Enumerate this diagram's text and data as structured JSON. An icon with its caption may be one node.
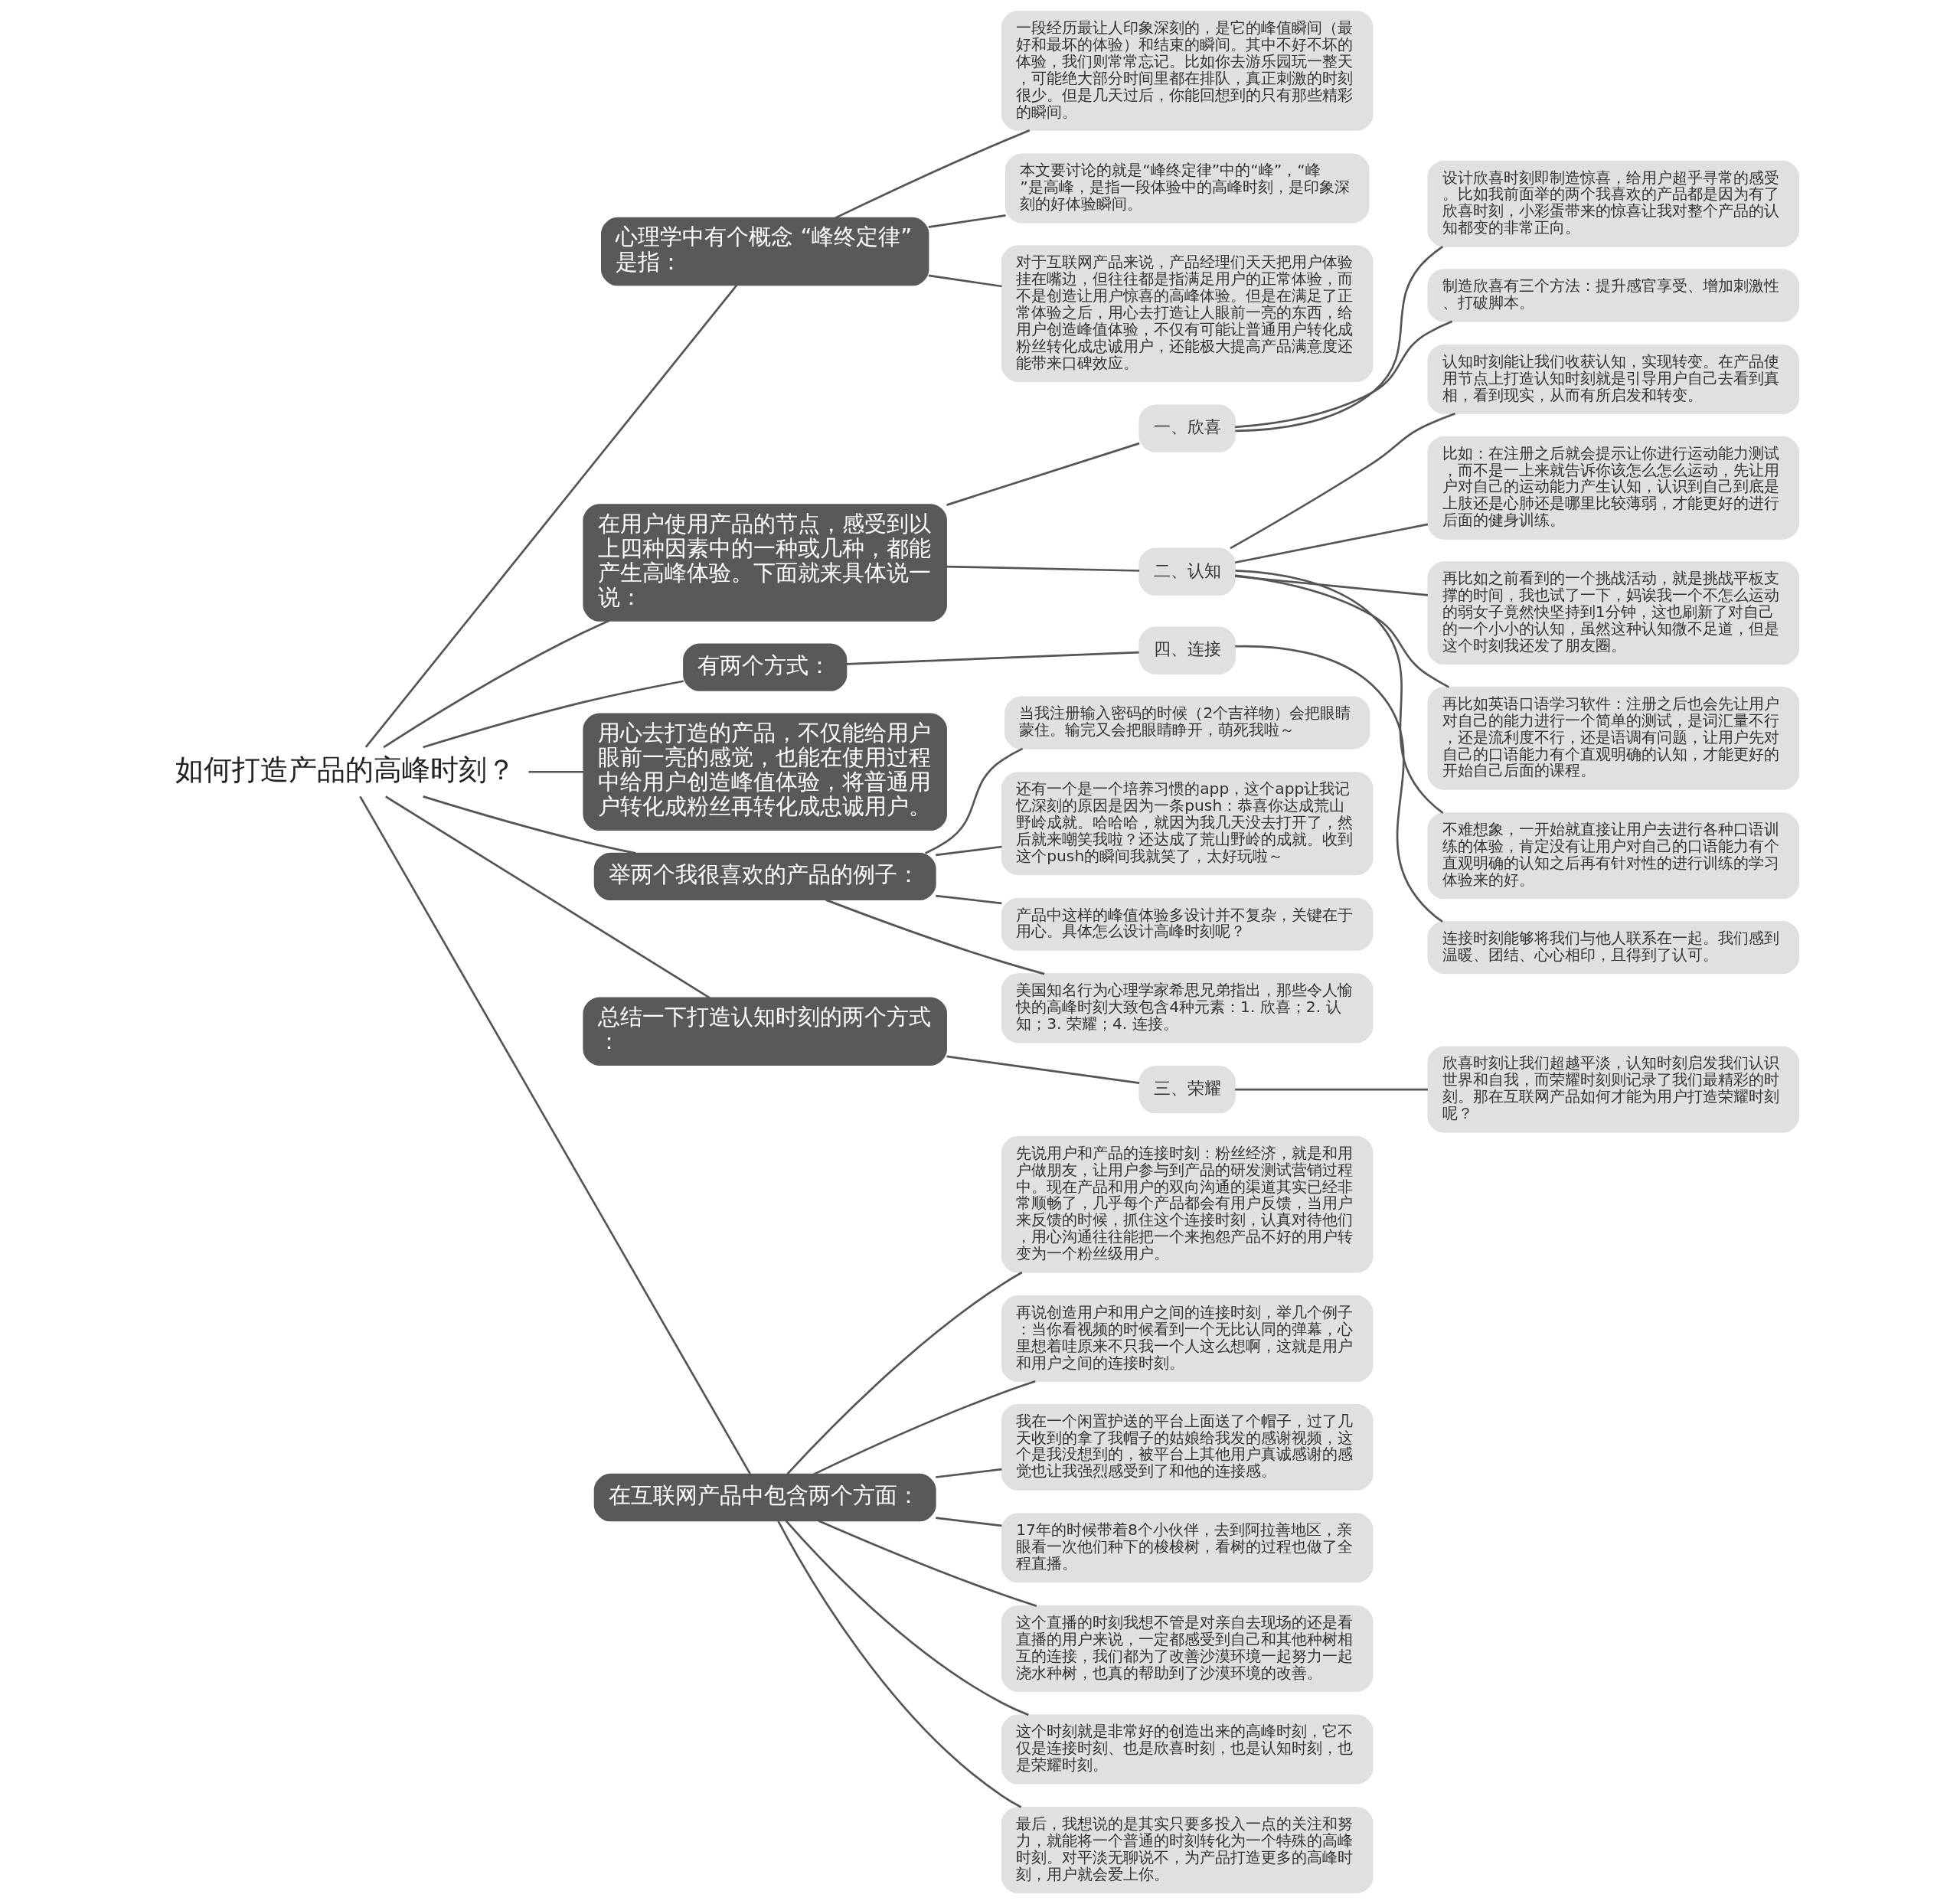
{
  "diagram": {
    "nodes": [
      {
        "text": [
          "如何打造产品的高峰时刻？"
        ]
      },
      {
        "text": [
          "心理学中有个概念 “峰终定律”是指："
        ]
      },
      {
        "text": [
          "一段经历最让人印象深刻的，是它的峰值瞬间（最好和最坏的体验）和结束的瞬间。其中不好不坏的体验，我们则常常忘记。比如你去游乐园玩一整天，可能绝大部分时间里都在排队，真正刺激的时刻很少。但是几天过后，你能回想到的只有那些精彩的瞬间。"
        ]
      },
      {
        "text": [
          "本文要讨论的就是“峰终定律”中的“峰”，“峰”是高峰，是指一段体验中的高峰时刻，是印象深刻的好体验瞬间。"
        ]
      },
      {
        "text": [
          "对于互联网产品来说，产品经理们天天把用户体验挂在嘴边，但往往都是指满足用户的正常体验，而不是创造让用户惊喜的高峰体验。但是在满足了正常体验之后，用心去打造让人眼前一亮的东西，给用户创造峰值体验，不仅有可能让普通用户转化成粉丝转化成忠诚用户，还能极大提高产品满意度还能带来口碑效应。"
        ]
      },
      {
        "text": [
          "在用户使用产品的节点，感受到以上四种因素中的一种或几种，都能产生高峰体验。下面就来具体说一说："
        ]
      },
      {
        "text": [
          "一、欣喜"
        ]
      },
      {
        "text": [
          "设计欣喜时刻即制造惊喜，给用户超乎寻常的感受。比如我前面举的两个我喜欢的产品都是因为有了欣喜时刻，小彩蛋带来的惊喜让我对整个产品的认知都变的非常正向。"
        ]
      },
      {
        "text": [
          "制造欣喜有三个方法：提升感官享受、增加刺激性、打破脚本。"
        ]
      },
      {
        "text": [
          "二、认知"
        ]
      },
      {
        "text": [
          "认知时刻能让我们收获认知，实现转变。在产品使用节点上打造认知时刻就是引导用户自己去看到真相，看到现实，从而有所启发和转变。"
        ]
      },
      {
        "text": [
          "比如：在注册之后就会提示让你进行运动能力测试，而不是一上来就告诉你该怎么怎么运动，先让用户对自己的运动能力产生认知，认识到自己到底是上肢还是心肺还是哪里比较薄弱，才能更好的进行后面的健身训练。"
        ]
      },
      {
        "text": [
          "再比如之前看到的一个挑战活动，就是挑战平板支撑的时间，我也试了一下，妈诶我一个不怎么运动的弱女子竟然快坚持到1分钟，这也刷新了对自己的一个小小的认知，虽然这种认知微不足道，但是这个时刻我还发了朋友圈。"
        ]
      },
      {
        "text": [
          "再比如英语口语学习软件：注册之后也会先让用户对自己的能力进行一个简单的测试，是词汇量不行，还是流利度不行，还是语调有问题，让用户先对自己的口语能力有个直观明确的认知，才能更好的开始自己后面的课程。"
        ]
      },
      {
        "text": [
          "不难想象，一开始就直接让用户去进行各种口语训练的体验，肯定没有让用户对自己的口语能力有个直观明确的认知之后再有针对性的进行训练的学习体验来的好。"
        ]
      },
      {
        "text": [
          "有两个方式："
        ]
      },
      {
        "text": [
          "四、连接"
        ]
      },
      {
        "text": [
          "连接时刻能够将我们与他人联系在一起。我们感到温暖、团结、心心相印，且得到了认可。"
        ]
      },
      {
        "text": [
          "用心去打造的产品，不仅能给用户眼前一亮的感觉，也能在使用过程中给用户创造峰值体验，将普通用户转化成粉丝再转化成忠诚用户。"
        ]
      },
      {
        "text": [
          "举两个我很喜欢的产品的例子："
        ]
      },
      {
        "text": [
          "当我注册输入密码的时候（2个吉祥物）会把眼睛蒙住。输完又会把眼睛睁开，萌死我啦～"
        ]
      },
      {
        "text": [
          "还有一个是一个培养习惯的app，这个app让我记忆深刻的原因是因为一条push：恭喜你达成荒山野岭成就。哈哈哈，就因为我几天没去打开了，然后就来嘲笑我啦？还达成了荒山野岭的成就。收到这个push的瞬间我就笑了，太好玩啦～"
        ]
      },
      {
        "text": [
          "产品中这样的峰值体验多设计并不复杂，关键在于用心。具体怎么设计高峰时刻呢？"
        ]
      },
      {
        "text": [
          "美国知名行为心理学家希思兄弟指出，那些令人愉快的高峰时刻大致包含4种元素：1. 欣喜；2. 认知；3. 荣耀；4. 连接。"
        ]
      },
      {
        "text": [
          "总结一下打造认知时刻的两个方式："
        ]
      },
      {
        "text": [
          "三、荣耀"
        ]
      },
      {
        "text": [
          "欣喜时刻让我们超越平淡，认知时刻启发我们认识世界和自我，而荣耀时刻则记录了我们最精彩的时刻。那在互联网产品如何才能为用户打造荣耀时刻呢？"
        ]
      },
      {
        "text": [
          "在互联网产品中包含两个方面："
        ]
      },
      {
        "text": [
          "先说用户和产品的连接时刻：粉丝经济，就是和用户做朋友，让用户参与到产品的研发测试营销过程中。现在产品和用户的双向沟通的渠道其实已经非常顺畅了，几乎每个产品都会有用户反馈，当用户来反馈的时候，抓住这个连接时刻，认真对待他们，用心沟通往往能把一个来抱怨产品不好的用户转变为一个粉丝级用户。"
        ]
      },
      {
        "text": [
          "再说创造用户和用户之间的连接时刻，举几个例子：当你看视频的时候看到一个无比认同的弹幕，心里想着哇原来不只我一个人这么想啊，这就是用户和用户之间的连接时刻。"
        ]
      },
      {
        "text": [
          "我在一个闲置护送的平台上面送了个帽子，过了几天收到的拿了我帽子的姑娘给我发的感谢视频，这个是我没想到的，被平台上其他用户真诚感谢的感觉也让我强烈感受到了和他的连接感。"
        ]
      },
      {
        "text": [
          "17年的时候带着8个小伙伴，去到阿拉善地区，亲眼看一次他们种下的梭梭树，看树的过程也做了全程直播。"
        ]
      },
      {
        "text": [
          "这个直播的时刻我想不管是对亲自去现场的还是看直播的用户来说，一定都感受到自己和其他种树相互的连接，我们都为了改善沙漠环境一起努力一起浇水种树，也真的帮助到了沙漠环境的改善。"
        ]
      },
      {
        "text": [
          "这个时刻就是非常好的创造出来的高峰时刻，它不仅是连接时刻、也是欣喜时刻，也是认知时刻，也是荣耀时刻。"
        ]
      },
      {
        "text": [
          "最后，我想说的是其实只要多投入一点的关注和努力，就能将一个普通的时刻转化为一个特殊的高峰时刻。对平淡无聊说不，为产品打造更多的高峰时刻，用户就会爱上你。"
        ]
      }
    ],
    "edges": [
      {
        "from": 0,
        "to": 1,
        "arrow": "none"
      },
      {
        "from": 1,
        "to": 2,
        "arrow": "none"
      },
      {
        "from": 1,
        "to": 3,
        "arrow": "none"
      },
      {
        "from": 1,
        "to": 4,
        "arrow": "none"
      },
      {
        "from": 0,
        "to": 5,
        "arrow": "none"
      },
      {
        "from": 5,
        "to": 6,
        "arrow": "none"
      },
      {
        "from": 6,
        "to": 7,
        "arrow": "none"
      },
      {
        "from": 6,
        "to": 8,
        "arrow": "none"
      },
      {
        "from": 5,
        "to": 9,
        "arrow": "none"
      },
      {
        "from": 9,
        "to": 10,
        "arrow": "none"
      },
      {
        "from": 9,
        "to": 11,
        "arrow": "none"
      },
      {
        "from": 9,
        "to": 12,
        "arrow": "none"
      },
      {
        "from": 9,
        "to": 13,
        "arrow": "none"
      },
      {
        "from": 9,
        "to": 14,
        "arrow": "none"
      },
      {
        "from": 0,
        "to": 15,
        "arrow": "none"
      },
      {
        "from": 15,
        "to": 16,
        "arrow": "none"
      },
      {
        "from": 16,
        "to": 17,
        "arrow": "none"
      },
      {
        "from": 0,
        "to": 18,
        "arrow": "none"
      },
      {
        "from": 0,
        "to": 19,
        "arrow": "none"
      },
      {
        "from": 19,
        "to": 20,
        "arrow": "none"
      },
      {
        "from": 19,
        "to": 21,
        "arrow": "none"
      },
      {
        "from": 19,
        "to": 22,
        "arrow": "none"
      },
      {
        "from": 19,
        "to": 23,
        "arrow": "none"
      },
      {
        "from": 0,
        "to": 24,
        "arrow": "none"
      },
      {
        "from": 24,
        "to": 25,
        "arrow": "none"
      },
      {
        "from": 25,
        "to": 26,
        "arrow": "none"
      },
      {
        "from": 0,
        "to": 27,
        "arrow": "none"
      },
      {
        "from": 27,
        "to": 28,
        "arrow": "none"
      },
      {
        "from": 27,
        "to": 29,
        "arrow": "none"
      },
      {
        "from": 27,
        "to": 30,
        "arrow": "none"
      },
      {
        "from": 27,
        "to": 31,
        "arrow": "none"
      },
      {
        "from": 27,
        "to": 32,
        "arrow": "none"
      },
      {
        "from": 27,
        "to": 33,
        "arrow": "none"
      },
      {
        "from": 27,
        "to": 34,
        "arrow": "none"
      }
    ]
  }
}
